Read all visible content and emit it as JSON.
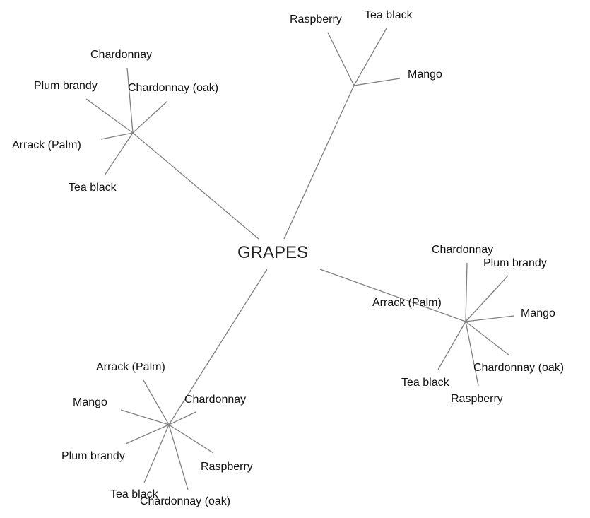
{
  "center": {
    "label": "GRAPES"
  },
  "clusters": [
    {
      "id": "top",
      "leaves": [
        "Raspberry",
        "Tea black",
        "Mango"
      ]
    },
    {
      "id": "upper-left",
      "leaves": [
        "Chardonnay",
        "Plum brandy",
        "Chardonnay (oak)",
        "Arrack (Palm)",
        "Tea black"
      ]
    },
    {
      "id": "right",
      "leaves": [
        "Chardonnay",
        "Plum brandy",
        "Arrack (Palm)",
        "Mango",
        "Chardonnay (oak)",
        "Tea black",
        "Raspberry"
      ]
    },
    {
      "id": "bottom-left",
      "leaves": [
        "Arrack (Palm)",
        "Mango",
        "Chardonnay",
        "Plum brandy",
        "Raspberry",
        "Tea black",
        "Chardonnay (oak)"
      ]
    }
  ],
  "colors": {
    "edge": "#808080",
    "text": "#111111"
  }
}
